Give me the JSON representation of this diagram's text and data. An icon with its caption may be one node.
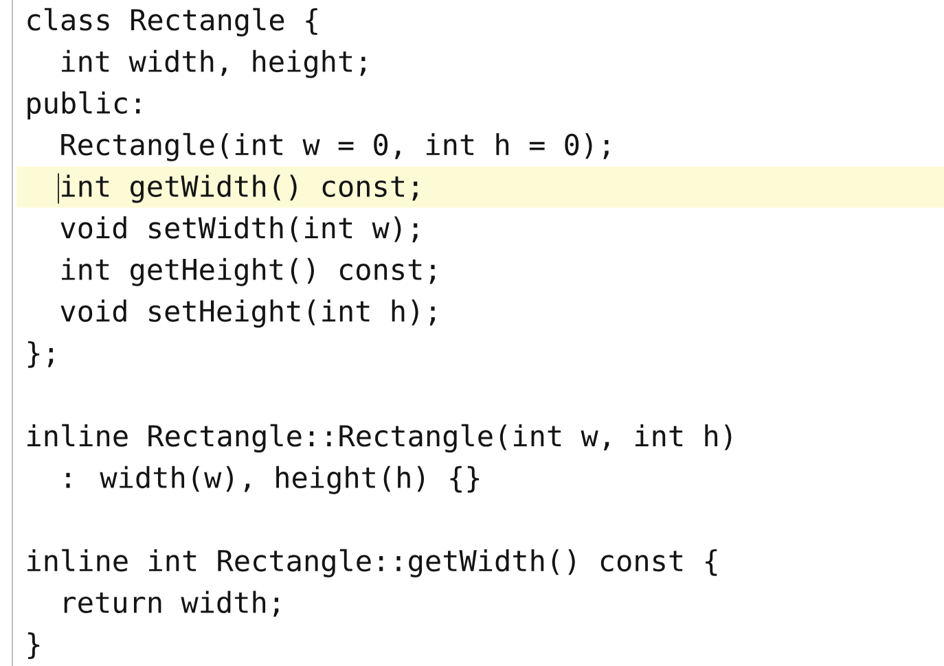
{
  "diagram": {
    "labels": [
      "class Rectangle {",
      "int width, height;",
      "public:",
      "Rectangle(int w = 0, int h = 0);",
      "int getWidth() const;",
      "void setWidth(int w);",
      "int getHeight() const;",
      "void setHeight(int h);",
      "};",
      "inline Rectangle::Rectangle(int w, int h)",
      ": width(w), height(h) {}",
      "inline int Rectangle::getWidth() const {",
      "return width;",
      "}"
    ]
  }
}
